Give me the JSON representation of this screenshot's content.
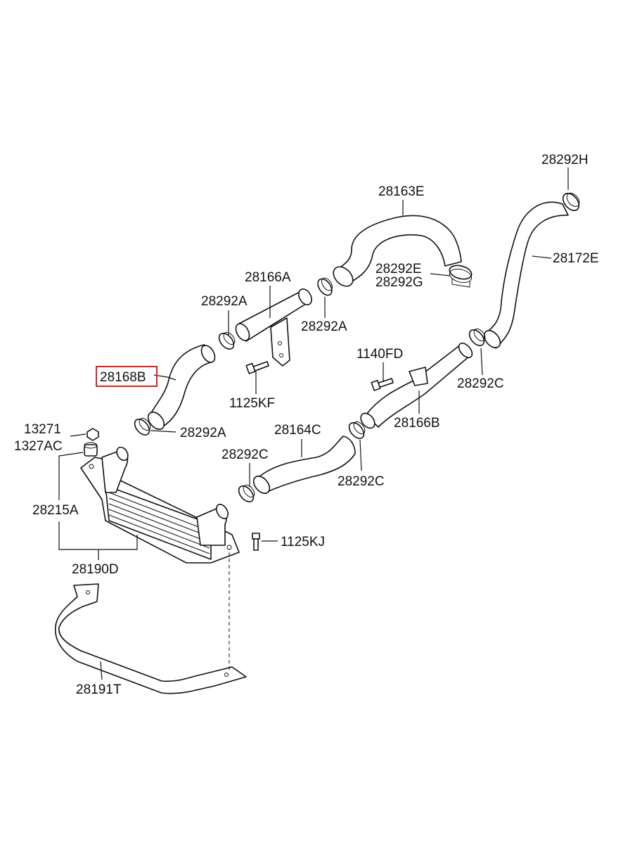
{
  "labels": {
    "p28292H": "28292H",
    "p28163E": "28163E",
    "p28172E": "28172E",
    "p28292E": "28292E",
    "p28292G": "28292G",
    "p28166A": "28166A",
    "p28292A_top": "28292A",
    "p28292A_mid": "28292A",
    "p1140FD": "1140FD",
    "p28168B": "28168B",
    "p28292C_right": "28292C",
    "p1125KF": "1125KF",
    "p28166B": "28166B",
    "p13271": "13271",
    "p1327AC": "1327AC",
    "p28292A_low": "28292A",
    "p28164C": "28164C",
    "p28292C_mid": "28292C",
    "p28292C_low": "28292C",
    "p28215A": "28215A",
    "p1125KJ": "1125KJ",
    "p28190D": "28190D",
    "p28191T": "28191T"
  },
  "highlight": {
    "part": "28168B",
    "color": "#e0201b"
  }
}
